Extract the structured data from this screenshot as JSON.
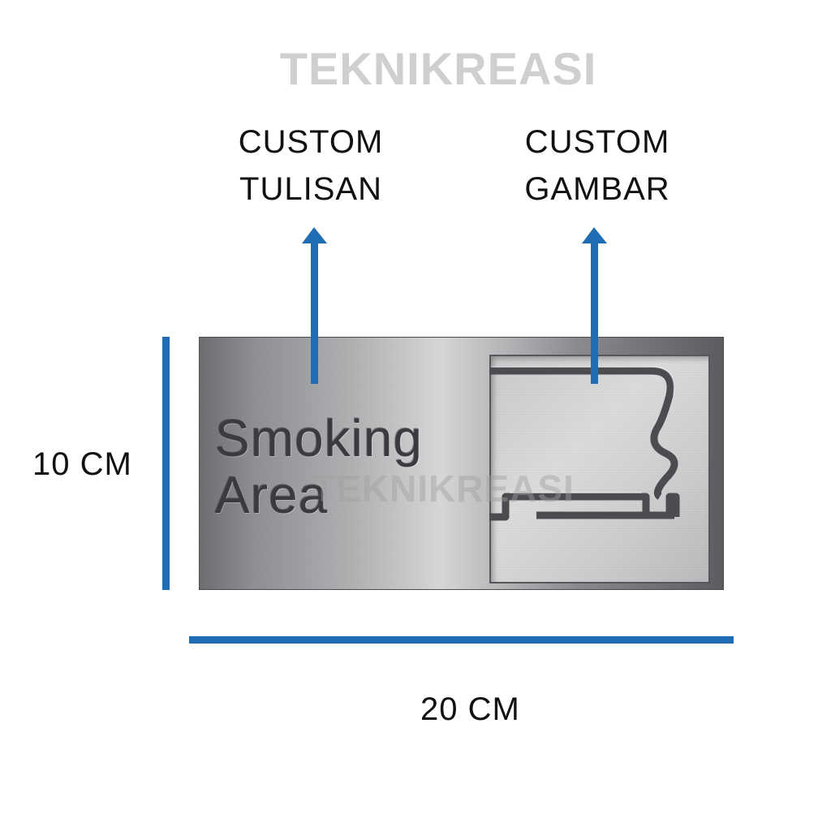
{
  "brand": {
    "watermark": "TEKNIKREASI"
  },
  "labels": {
    "custom_text": {
      "line1": "CUSTOM",
      "line2": "TULISAN"
    },
    "custom_image": {
      "line1": "CUSTOM",
      "line2": "GAMBAR"
    }
  },
  "sign": {
    "text_line1": "Smoking",
    "text_line2": "Area",
    "watermark": "TEKNIKREASI",
    "pictogram": "smoking-cigarette-icon"
  },
  "dimensions": {
    "height": "10 CM",
    "width": "20 CM"
  },
  "colors": {
    "accent_blue": "#1f6db3",
    "watermark_gray": "#cfcfcf"
  }
}
